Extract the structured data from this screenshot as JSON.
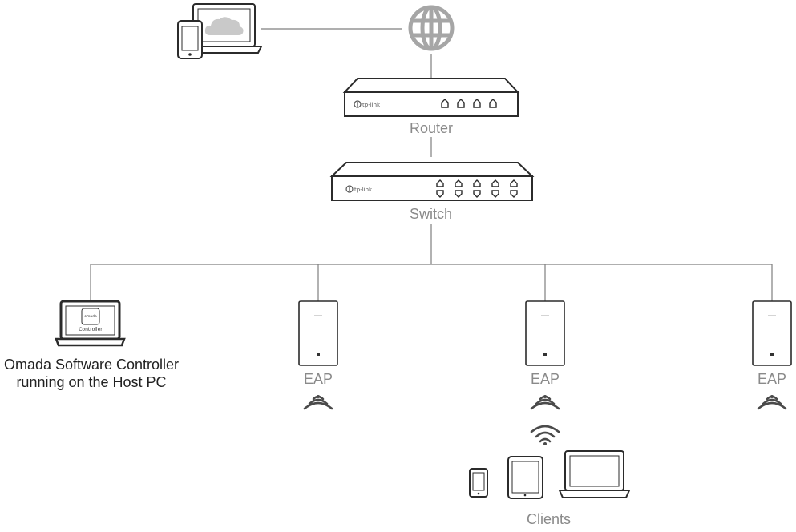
{
  "labels": {
    "router": "Router",
    "switch": "Switch",
    "controller_line1": "Omada Software Controller",
    "controller_line2": "running on the Host PC",
    "eap_1": "EAP",
    "eap_2": "EAP",
    "eap_3": "EAP",
    "clients": "Clients"
  },
  "device_text": {
    "router_brand": "tp-link",
    "switch_brand": "tp-link",
    "controller_screen_logo": "omada",
    "controller_screen_label": "Controller"
  },
  "colors": {
    "line": "#7f7f7f",
    "device_stroke": "#2b2b2b",
    "label_gray": "#8a8a8a",
    "label_dark": "#222222",
    "globe": "#a6a6a6"
  }
}
